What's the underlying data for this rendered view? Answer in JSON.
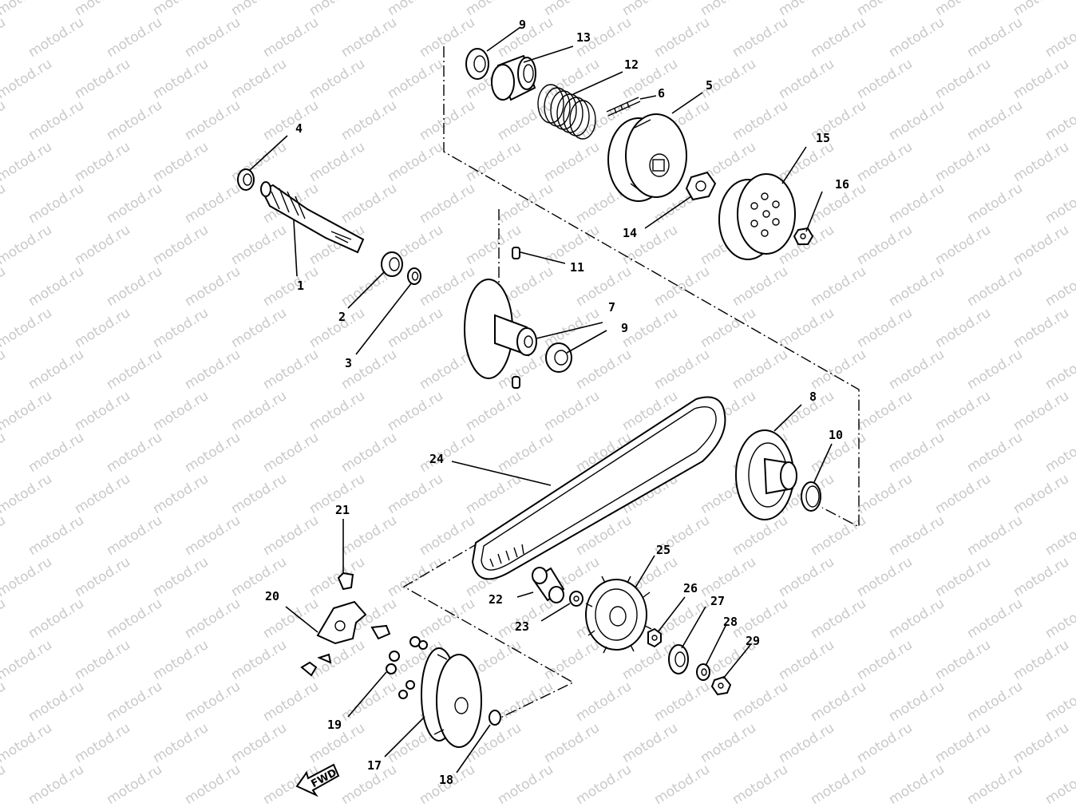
{
  "watermark": "motod.ru",
  "fwd_label": "FWD",
  "parts": [
    {
      "id": "1",
      "label": "1"
    },
    {
      "id": "2",
      "label": "2"
    },
    {
      "id": "3",
      "label": "3"
    },
    {
      "id": "4",
      "label": "4"
    },
    {
      "id": "5",
      "label": "5"
    },
    {
      "id": "6",
      "label": "6"
    },
    {
      "id": "7",
      "label": "7"
    },
    {
      "id": "8",
      "label": "8"
    },
    {
      "id": "9a",
      "label": "9"
    },
    {
      "id": "9b",
      "label": "9"
    },
    {
      "id": "10",
      "label": "10"
    },
    {
      "id": "11",
      "label": "11"
    },
    {
      "id": "12",
      "label": "12"
    },
    {
      "id": "13",
      "label": "13"
    },
    {
      "id": "14",
      "label": "14"
    },
    {
      "id": "15",
      "label": "15"
    },
    {
      "id": "16",
      "label": "16"
    },
    {
      "id": "17",
      "label": "17"
    },
    {
      "id": "18",
      "label": "18"
    },
    {
      "id": "19",
      "label": "19"
    },
    {
      "id": "20",
      "label": "20"
    },
    {
      "id": "21",
      "label": "21"
    },
    {
      "id": "22",
      "label": "22"
    },
    {
      "id": "23",
      "label": "23"
    },
    {
      "id": "24",
      "label": "24"
    },
    {
      "id": "25",
      "label": "25"
    },
    {
      "id": "26",
      "label": "26"
    },
    {
      "id": "27",
      "label": "27"
    },
    {
      "id": "28",
      "label": "28"
    },
    {
      "id": "29",
      "label": "29"
    }
  ]
}
